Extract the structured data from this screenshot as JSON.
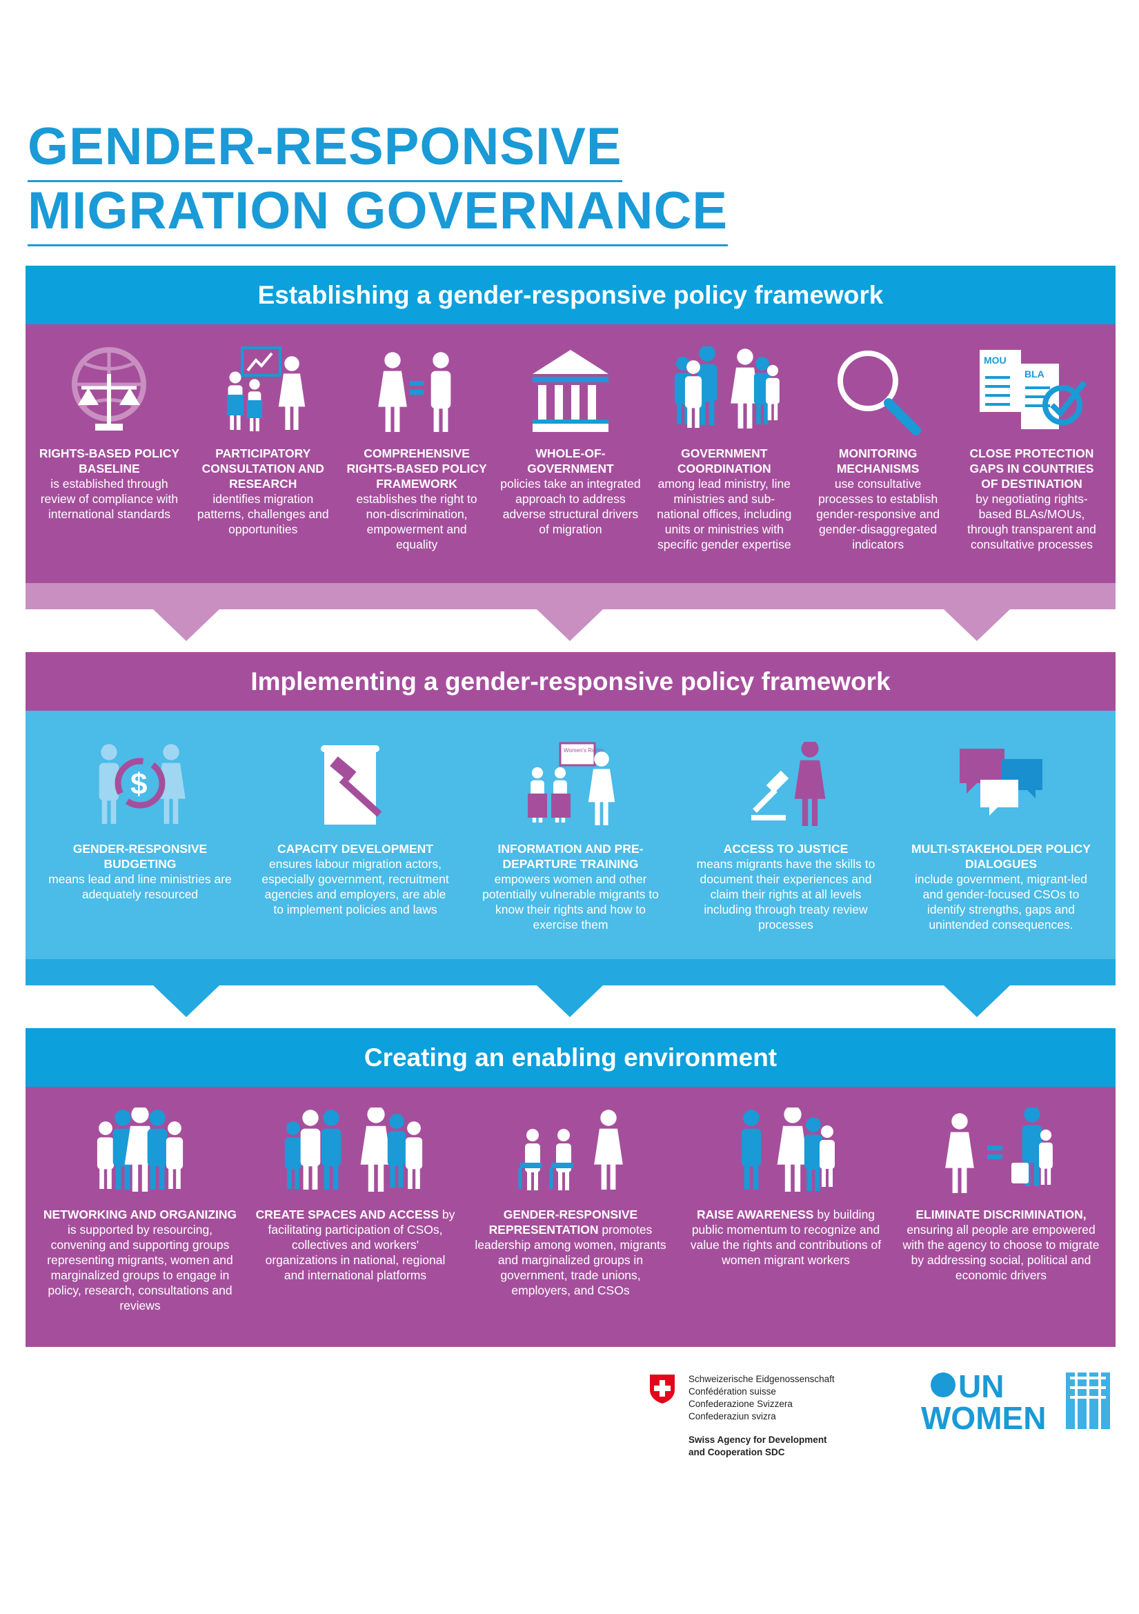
{
  "title": {
    "line1": "GENDER-RESPONSIVE",
    "line2": "MIGRATION GOVERNANCE"
  },
  "colors": {
    "blue": "#0ca0dc",
    "purple": "#a54f9c",
    "light_purple": "#c98fc1",
    "light_blue": "#4bbbe7",
    "strip_blue": "#23a8df",
    "title_blue": "#1a9ad6"
  },
  "sections": [
    {
      "heading": "Establishing a gender-responsive policy framework",
      "items": [
        {
          "icon": "scales-globe-icon",
          "title": "RIGHTS-BASED POLICY BASELINE",
          "text": "is established through review of compliance with international standards"
        },
        {
          "icon": "consultation-icon",
          "title": "PARTICIPATORY CONSULTATION AND RESEARCH",
          "text": "identifies migration patterns, challenges and opportunities"
        },
        {
          "icon": "equality-icon",
          "title": "COMPREHENSIVE RIGHTS-BASED POLICY FRAMEWORK",
          "text": "establishes the right to non-discrimination, empowerment and equality"
        },
        {
          "icon": "government-building-icon",
          "title": "WHOLE-OF-GOVERNMENT",
          "text": "policies take an integrated approach to address adverse structural drivers of migration"
        },
        {
          "icon": "handshake-group-icon",
          "title": "GOVERNMENT COORDINATION",
          "text": "among lead ministry, line ministries and sub-national offices, including units or ministries with specific gender expertise"
        },
        {
          "icon": "magnifier-icon",
          "title": "MONITORING MECHANISMS",
          "text": "use consultative processes to establish gender-responsive and gender-disaggregated indicators"
        },
        {
          "icon": "documents-check-icon",
          "title": "CLOSE PROTECTION GAPS IN COUNTRIES OF DESTINATION",
          "text": "by negotiating rights-based BLAs/MOUs, through transparent and consultative processes",
          "doc_labels": [
            "MOU",
            "BLA"
          ]
        }
      ]
    },
    {
      "heading": "Implementing a gender-responsive policy framework",
      "items": [
        {
          "icon": "budget-cycle-icon",
          "title": "GENDER-RESPONSIVE BUDGETING",
          "text": "means lead and line ministries are adequately resourced"
        },
        {
          "icon": "gavel-document-icon",
          "title": "CAPACITY DEVELOPMENT",
          "text": "ensures labour migration actors, especially government, recruitment agencies and employers, are able to implement policies and laws"
        },
        {
          "icon": "training-icon",
          "title": "INFORMATION AND PRE-DEPARTURE TRAINING",
          "text": "empowers women and other potentially vulnerable migrants to know their rights and how to exercise them",
          "board_label": "Women's Rights"
        },
        {
          "icon": "justice-icon",
          "title": "ACCESS TO JUSTICE",
          "text": "means migrants have the skills to document their experiences and claim their rights at all levels including through treaty review processes"
        },
        {
          "icon": "speech-bubbles-icon",
          "title": "MULTI-STAKEHOLDER POLICY DIALOGUES",
          "text": "include government, migrant-led and gender-focused CSOs to identify strengths, gaps and unintended consequences."
        }
      ]
    },
    {
      "heading": "Creating an enabling environment",
      "items": [
        {
          "icon": "group-icon",
          "title": "NETWORKING AND ORGANIZING",
          "text": "is supported by resourcing, convening and supporting groups representing migrants, women and marginalized groups to engage in policy, research, consultations and reviews"
        },
        {
          "icon": "crowd-icon",
          "title": "CREATE SPACES AND ACCESS",
          "text": "by facilitating participation of CSOs, collectives and workers' organizations in national, regional and international platforms"
        },
        {
          "icon": "representation-icon",
          "title": "GENDER-RESPONSIVE REPRESENTATION",
          "text": "promotes leadership among women, migrants and marginalized groups in government, trade unions, employers, and CSOs"
        },
        {
          "icon": "megaphone-icon",
          "title": "RAISE AWARENESS",
          "text": "by building public momentum to recognize and value the rights and contributions of women migrant workers"
        },
        {
          "icon": "migrate-equal-icon",
          "title": "ELIMINATE DISCRIMINATION,",
          "text": "ensuring all people are empowered with the agency to choose to migrate by addressing social, political and economic drivers"
        }
      ]
    }
  ],
  "footer": {
    "swiss": [
      "Schweizerische Eidgenossenschaft",
      "Confédération suisse",
      "Confederazione Svizzera",
      "Confederaziun svizra"
    ],
    "sdc": [
      "Swiss Agency for Development",
      "and Cooperation SDC"
    ],
    "unwomen": [
      "UN",
      "WOMEN"
    ]
  }
}
